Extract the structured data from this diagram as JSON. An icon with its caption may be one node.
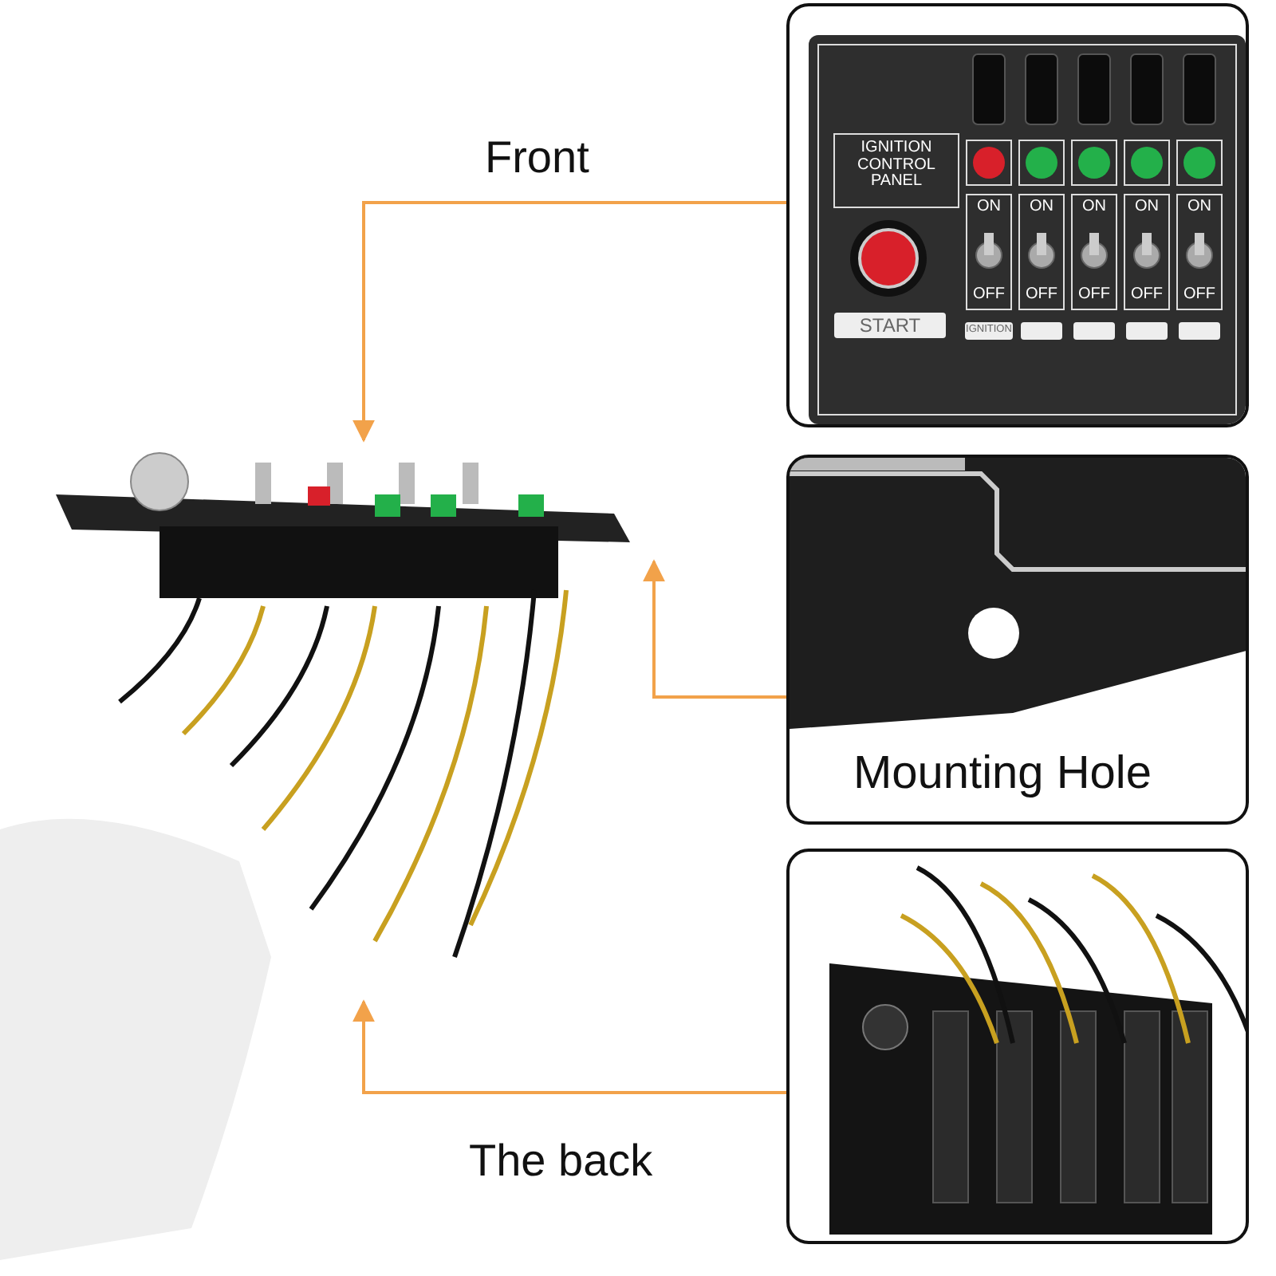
{
  "diagram": {
    "nodes": [
      {
        "text": [],
        "shape": "picture"
      },
      {
        "text": [],
        "shape": "picture"
      },
      {
        "text": [
          "Mounting Hole"
        ]
      },
      {
        "text": [],
        "shape": "picture"
      }
    ],
    "edges": [
      {
        "from": 0,
        "to": 1,
        "arrow": "to",
        "label": "Front",
        "color": "#f2a24a"
      },
      {
        "from": 2,
        "to": 1,
        "arrow": "to",
        "color": "#f2a24a"
      },
      {
        "from": 3,
        "to": 1,
        "arrow": "to",
        "label": "The back",
        "color": "#f2a24a"
      }
    ],
    "labels": [
      "IGNITION CONTROL PANEL",
      "ON",
      "ON",
      "ON",
      "ON",
      "ON",
      "START",
      "OFF",
      "IGNITION",
      "OFF",
      "OFF",
      "OFF",
      "OFF"
    ]
  }
}
